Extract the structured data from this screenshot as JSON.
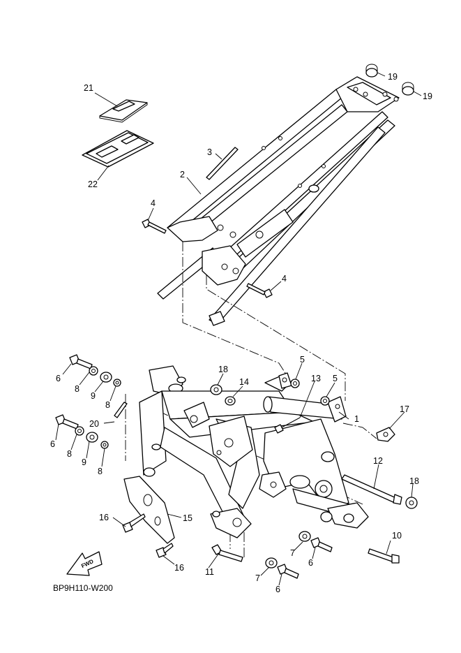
{
  "diagram": {
    "code": "BP9H110-W200",
    "fwd_label": "FWD",
    "callouts": {
      "c1": "1",
      "c2": "2",
      "c3": "3",
      "c4a": "4",
      "c4b": "4",
      "c5a": "5",
      "c5b": "5",
      "c6a": "6",
      "c6b": "6",
      "c6c": "6",
      "c6d": "6",
      "c7a": "7",
      "c7b": "7",
      "c8a": "8",
      "c8b": "8",
      "c8c": "8",
      "c8d": "8",
      "c9a": "9",
      "c9b": "9",
      "c10": "10",
      "c11": "11",
      "c12": "12",
      "c13": "13",
      "c14": "14",
      "c15": "15",
      "c16a": "16",
      "c16b": "16",
      "c17": "17",
      "c18a": "18",
      "c18b": "18",
      "c19a": "19",
      "c19b": "19",
      "c20": "20",
      "c21": "21",
      "c22": "22"
    }
  }
}
